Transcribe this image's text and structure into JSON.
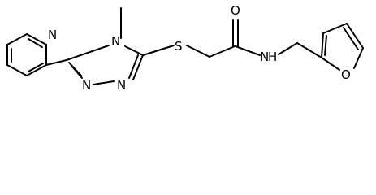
{
  "structure": {
    "atom_labels": {
      "pyridine_n": "N",
      "triazole_n4": "N",
      "triazole_n1": "N",
      "triazole_n2": "N",
      "thioether_s": "S",
      "carbonyl_o": "O",
      "amide_n": "N",
      "amide_h": "H",
      "furan_o": "O"
    }
  }
}
